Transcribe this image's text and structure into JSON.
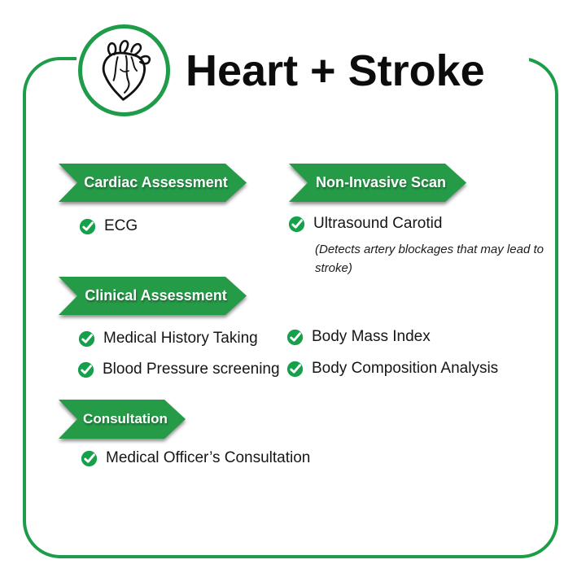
{
  "header": {
    "title": "Heart + Stroke",
    "logo_icon": "anatomical-heart-icon"
  },
  "colors": {
    "banner_green": "#259b48",
    "border_green": "#1f9c49",
    "check_green": "#16a04b",
    "title_black": "#0c0c0c"
  },
  "sections": [
    {
      "banner": "Cardiac Assessment",
      "items": [
        {
          "label": "ECG"
        }
      ]
    },
    {
      "banner": "Non-Invasive Scan",
      "items": [
        {
          "label": "Ultrasound Carotid",
          "note": "(Detects artery blockages that may lead to stroke)"
        }
      ]
    },
    {
      "banner": "Clinical Assessment",
      "items": [
        {
          "label": "Medical History Taking"
        },
        {
          "label": "Blood Pressure screening"
        },
        {
          "label": "Body Mass Index"
        },
        {
          "label": "Body Composition Analysis"
        }
      ]
    },
    {
      "banner": "Consultation",
      "items": [
        {
          "label": "Medical Officer’s Consultation"
        }
      ]
    }
  ]
}
